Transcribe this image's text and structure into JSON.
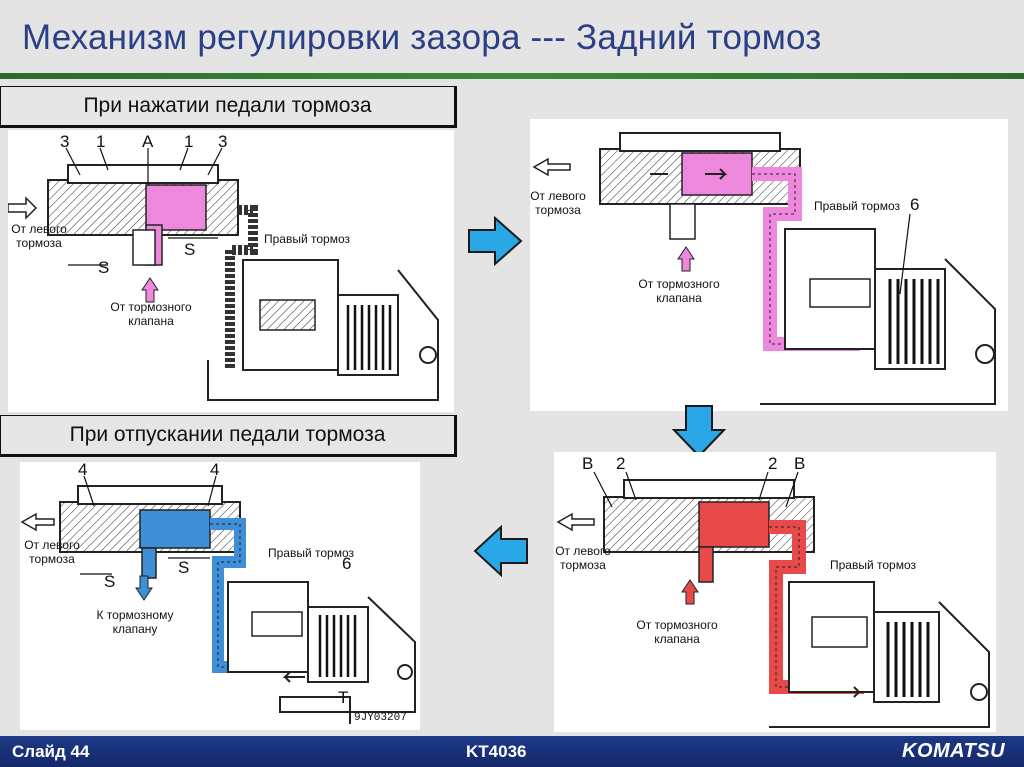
{
  "title": "Механизм регулировки зазора --- Задний тормоз",
  "sections": {
    "press": "При нажатии педали тормоза",
    "release": "При отпускании педали тормоза"
  },
  "panel1": {
    "labels": {
      "from_left": "От левого тормоза",
      "right_brake": "Правый тормоз",
      "from_valve": "От тормозного клапана"
    },
    "callouts": [
      "3",
      "1",
      "A",
      "1",
      "3",
      "S",
      "S"
    ]
  },
  "panel2": {
    "labels": {
      "from_left": "От левого тормоза",
      "right_brake": "Правый тормоз",
      "from_valve": "От тормозного клапана"
    },
    "callouts": [
      "6"
    ]
  },
  "panel3": {
    "labels": {
      "from_left": "От левого тормоза",
      "right_brake": "Правый тормоз",
      "to_valve": "К тормозному клапану"
    },
    "callouts": [
      "4",
      "4",
      "S",
      "S",
      "6",
      "T"
    ],
    "figure_code": "9JY03207"
  },
  "panel4": {
    "labels": {
      "from_left": "От левого тормоза",
      "right_brake": "Правый тормоз",
      "from_valve": "От тормозного клапана"
    },
    "callouts": [
      "B",
      "2",
      "2",
      "B"
    ]
  },
  "colors": {
    "pressure_pink": "#ee88dd",
    "release_blue": "#3f8fd6",
    "pressure_red": "#e84a4a",
    "arrow_blue": "#2aa7e6",
    "title_blue": "#2a3f86",
    "footer_blue": "#1e3a86"
  },
  "footer": {
    "slide": "Слайд 44",
    "code": "KT4036",
    "brand": "KOMATSU"
  }
}
